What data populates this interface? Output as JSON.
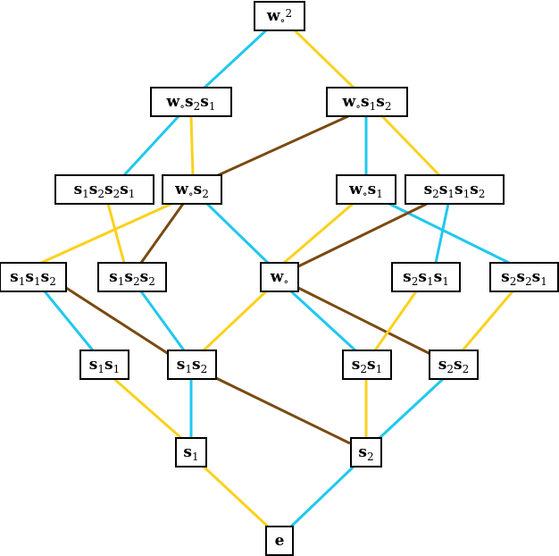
{
  "colors": {
    "cyan": "#1fc8ef",
    "yellow": "#fbd11c",
    "brown": "#7a4a10"
  },
  "nodes": [
    {
      "id": "w2",
      "parts": [
        {
          "t": "w"
        },
        {
          "t": "∘",
          "sub": true
        },
        {
          "t": "2",
          "sup": true
        }
      ]
    },
    {
      "id": "ws2s1",
      "parts": [
        {
          "t": "w"
        },
        {
          "t": "∘",
          "sub": true
        },
        {
          "t": "s"
        },
        {
          "t": "2",
          "sub": true
        },
        {
          "t": "s"
        },
        {
          "t": "1",
          "sub": true
        }
      ]
    },
    {
      "id": "ws1s2",
      "parts": [
        {
          "t": "w"
        },
        {
          "t": "∘",
          "sub": true
        },
        {
          "t": "s"
        },
        {
          "t": "1",
          "sub": true
        },
        {
          "t": "s"
        },
        {
          "t": "2",
          "sub": true
        }
      ]
    },
    {
      "id": "s1s2s2s1",
      "parts": [
        {
          "t": "s"
        },
        {
          "t": "1",
          "sub": true
        },
        {
          "t": "s"
        },
        {
          "t": "2",
          "sub": true
        },
        {
          "t": "s"
        },
        {
          "t": "2",
          "sub": true
        },
        {
          "t": "s"
        },
        {
          "t": "1",
          "sub": true
        }
      ]
    },
    {
      "id": "ws2",
      "parts": [
        {
          "t": "w"
        },
        {
          "t": "∘",
          "sub": true
        },
        {
          "t": "s"
        },
        {
          "t": "2",
          "sub": true
        }
      ]
    },
    {
      "id": "ws1",
      "parts": [
        {
          "t": "w"
        },
        {
          "t": "∘",
          "sub": true
        },
        {
          "t": "s"
        },
        {
          "t": "1",
          "sub": true
        }
      ]
    },
    {
      "id": "s2s1s1s2",
      "parts": [
        {
          "t": "s"
        },
        {
          "t": "2",
          "sub": true
        },
        {
          "t": "s"
        },
        {
          "t": "1",
          "sub": true
        },
        {
          "t": "s"
        },
        {
          "t": "1",
          "sub": true
        },
        {
          "t": "s"
        },
        {
          "t": "2",
          "sub": true
        }
      ]
    },
    {
      "id": "s1s1s2",
      "parts": [
        {
          "t": "s"
        },
        {
          "t": "1",
          "sub": true
        },
        {
          "t": "s"
        },
        {
          "t": "1",
          "sub": true
        },
        {
          "t": "s"
        },
        {
          "t": "2",
          "sub": true
        }
      ]
    },
    {
      "id": "s1s2s2",
      "parts": [
        {
          "t": "s"
        },
        {
          "t": "1",
          "sub": true
        },
        {
          "t": "s"
        },
        {
          "t": "2",
          "sub": true
        },
        {
          "t": "s"
        },
        {
          "t": "2",
          "sub": true
        }
      ]
    },
    {
      "id": "w",
      "parts": [
        {
          "t": "w"
        },
        {
          "t": "∘",
          "sub": true
        }
      ]
    },
    {
      "id": "s2s1s1",
      "parts": [
        {
          "t": "s"
        },
        {
          "t": "2",
          "sub": true
        },
        {
          "t": "s"
        },
        {
          "t": "1",
          "sub": true
        },
        {
          "t": "s"
        },
        {
          "t": "1",
          "sub": true
        }
      ]
    },
    {
      "id": "s2s2s1",
      "parts": [
        {
          "t": "s"
        },
        {
          "t": "2",
          "sub": true
        },
        {
          "t": "s"
        },
        {
          "t": "2",
          "sub": true
        },
        {
          "t": "s"
        },
        {
          "t": "1",
          "sub": true
        }
      ]
    },
    {
      "id": "s1s1",
      "parts": [
        {
          "t": "s"
        },
        {
          "t": "1",
          "sub": true
        },
        {
          "t": "s"
        },
        {
          "t": "1",
          "sub": true
        }
      ]
    },
    {
      "id": "s1s2",
      "parts": [
        {
          "t": "s"
        },
        {
          "t": "1",
          "sub": true
        },
        {
          "t": "s"
        },
        {
          "t": "2",
          "sub": true
        }
      ]
    },
    {
      "id": "s2s1",
      "parts": [
        {
          "t": "s"
        },
        {
          "t": "2",
          "sub": true
        },
        {
          "t": "s"
        },
        {
          "t": "1",
          "sub": true
        }
      ]
    },
    {
      "id": "s2s2",
      "parts": [
        {
          "t": "s"
        },
        {
          "t": "2",
          "sub": true
        },
        {
          "t": "s"
        },
        {
          "t": "2",
          "sub": true
        }
      ]
    },
    {
      "id": "s1",
      "parts": [
        {
          "t": "s"
        },
        {
          "t": "1",
          "sub": true
        }
      ]
    },
    {
      "id": "s2",
      "parts": [
        {
          "t": "s"
        },
        {
          "t": "2",
          "sub": true
        }
      ]
    },
    {
      "id": "e",
      "parts": [
        {
          "t": "e"
        }
      ]
    }
  ],
  "edges": [
    {
      "from": "w2",
      "to": "ws2s1",
      "color": "cyan"
    },
    {
      "from": "w2",
      "to": "ws1s2",
      "color": "yellow"
    },
    {
      "from": "ws2s1",
      "to": "s1s2s2s1",
      "color": "cyan"
    },
    {
      "from": "ws2s1",
      "to": "ws2",
      "color": "yellow"
    },
    {
      "from": "ws1s2",
      "to": "ws2",
      "color": "brown"
    },
    {
      "from": "ws1s2",
      "to": "ws1",
      "color": "cyan"
    },
    {
      "from": "ws1s2",
      "to": "s2s1s1s2",
      "color": "yellow"
    },
    {
      "from": "s1s2s2s1",
      "to": "s1s2s2",
      "color": "yellow"
    },
    {
      "from": "ws2",
      "to": "s1s1s2",
      "color": "yellow"
    },
    {
      "from": "ws2",
      "to": "s1s2s2",
      "color": "brown"
    },
    {
      "from": "ws2",
      "to": "w",
      "color": "cyan"
    },
    {
      "from": "ws1",
      "to": "w",
      "color": "yellow"
    },
    {
      "from": "ws1",
      "to": "s2s2s1",
      "color": "cyan"
    },
    {
      "from": "s2s1s1s2",
      "to": "w",
      "color": "brown"
    },
    {
      "from": "s2s1s1s2",
      "to": "s2s1s1",
      "color": "cyan"
    },
    {
      "from": "s1s1s2",
      "to": "s1s1",
      "color": "cyan"
    },
    {
      "from": "s1s1s2",
      "to": "s1s2",
      "color": "brown"
    },
    {
      "from": "s1s2s2",
      "to": "s1s2",
      "color": "cyan"
    },
    {
      "from": "w",
      "to": "s1s2",
      "color": "yellow"
    },
    {
      "from": "w",
      "to": "s2s1",
      "color": "cyan"
    },
    {
      "from": "w",
      "to": "s2s2",
      "color": "brown"
    },
    {
      "from": "s2s1s1",
      "to": "s2s1",
      "color": "yellow"
    },
    {
      "from": "s2s2s1",
      "to": "s2s2",
      "color": "yellow"
    },
    {
      "from": "s1s1",
      "to": "s1",
      "color": "yellow"
    },
    {
      "from": "s1s2",
      "to": "s1",
      "color": "cyan"
    },
    {
      "from": "s1s2",
      "to": "s2",
      "color": "brown"
    },
    {
      "from": "s2s1",
      "to": "s2",
      "color": "yellow"
    },
    {
      "from": "s2s2",
      "to": "s2",
      "color": "cyan"
    },
    {
      "from": "s1",
      "to": "e",
      "color": "yellow"
    },
    {
      "from": "s2",
      "to": "e",
      "color": "cyan"
    }
  ]
}
